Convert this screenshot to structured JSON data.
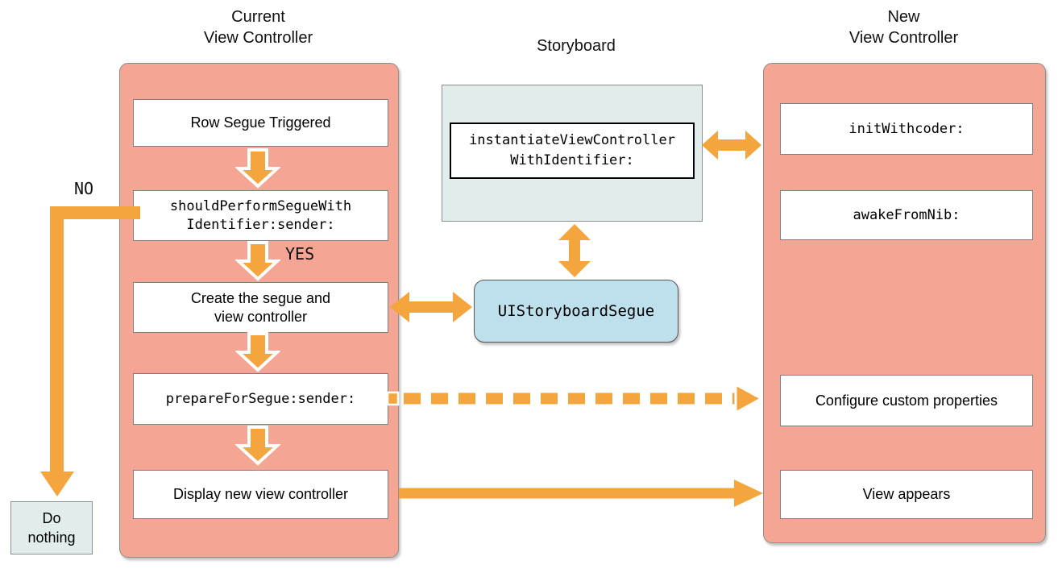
{
  "colors": {
    "panel_fill": "#f4a593",
    "panel_border": "#8e8e8e",
    "box_border": "#7f7f7f",
    "light_fill": "#e0edec",
    "segue_fill": "#bedfec",
    "arrow_orange": "#f5a53d"
  },
  "headers": {
    "current": "Current\nView Controller",
    "storyboard": "Storyboard",
    "new": "New\nView Controller"
  },
  "current_panel": {
    "steps": [
      {
        "label": "Row Segue Triggered"
      },
      {
        "label": "shouldPerformSegueWith\nIdentifier:sender:"
      },
      {
        "label": "Create the segue and\nview controller"
      },
      {
        "label": "prepareForSegue:sender:"
      },
      {
        "label": "Display new view controller"
      }
    ]
  },
  "decision_labels": {
    "no": "NO",
    "yes": "YES"
  },
  "do_nothing_box": {
    "label": "Do\nnothing"
  },
  "storyboard_panel": {
    "method": "instantiateViewController\nWithIdentifier:"
  },
  "segue_box": {
    "label": "UIStoryboardSegue"
  },
  "new_panel": {
    "steps": [
      {
        "label": "initWithcoder:"
      },
      {
        "label": "awakeFromNib:"
      },
      {
        "label": "Configure custom properties"
      },
      {
        "label": "View appears"
      }
    ]
  }
}
